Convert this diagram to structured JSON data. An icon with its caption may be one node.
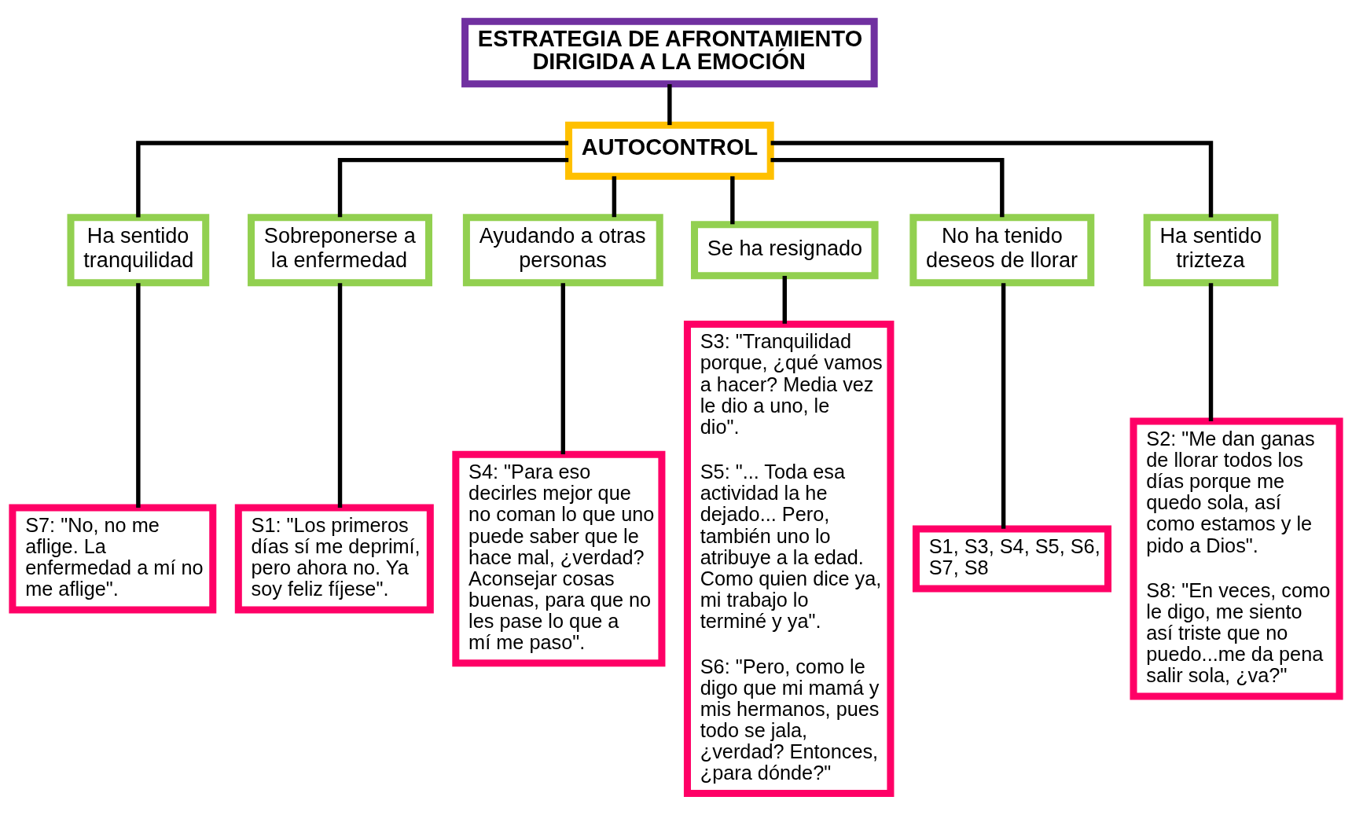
{
  "diagram": {
    "nodes": [
      {
        "text": [
          "ESTRATEGIA DE AFRONTAMIENTO DIRIGIDA A LA EMOCIÓN"
        ]
      },
      {
        "text": [
          "AUTOCONTROL"
        ]
      },
      {
        "text": [
          "Ha sentido tranquilidad"
        ]
      },
      {
        "text": [
          "Sobreponerse a la enfermedad"
        ]
      },
      {
        "text": [
          "Ayudando a otras personas"
        ]
      },
      {
        "text": [
          "Se ha resignado"
        ]
      },
      {
        "text": [
          "No ha tenido deseos de llorar"
        ]
      },
      {
        "text": [
          "Ha sentido trizteza"
        ]
      },
      {
        "text": [
          "S7: \"No, no me aflige. La enfermedad a mí no me aflige\"."
        ]
      },
      {
        "text": [
          "S1: \"Los primeros días sí me deprimí, pero ahora no. Ya soy feliz fíjese\"."
        ]
      },
      {
        "text": [
          "S4: \"Para eso decirles mejor que no coman lo que uno puede saber que le hace mal, ¿verdad? Aconsejar cosas buenas, para que no les pase lo que a mí me paso\"."
        ]
      },
      {
        "text": [
          "S3: \"Tranquilidad porque, ¿qué vamos a hacer? Media vez le dio a uno, le dio\".",
          "S5: \"... Toda esa actividad la he dejado... Pero, también uno lo atribuye a la edad. Como quien dice ya, mi trabajo lo terminé y ya\".",
          "S6: \"Pero, como le digo que mi mamá y mis hermanos, pues todo se jala, ¿verdad? Entonces, ¿para dónde?\""
        ]
      },
      {
        "text": [
          "S1, S3, S4, S5, S6,  S7, S8"
        ]
      },
      {
        "text": [
          "S2: \"Me dan ganas de llorar todos los días porque me quedo sola, así como estamos y le pido a Dios\".",
          "S8: \"En veces, como le digo, me siento así triste que no puedo...me da pena salir sola, ¿va?\""
        ]
      }
    ],
    "edges": [
      {
        "from": 0,
        "to": 1,
        "arrow": "none"
      },
      {
        "from": 1,
        "to": 2,
        "arrow": "none"
      },
      {
        "from": 1,
        "to": 3,
        "arrow": "none"
      },
      {
        "from": 1,
        "to": 4,
        "arrow": "none"
      },
      {
        "from": 1,
        "to": 5,
        "arrow": "none"
      },
      {
        "from": 1,
        "to": 6,
        "arrow": "none"
      },
      {
        "from": 1,
        "to": 7,
        "arrow": "none"
      },
      {
        "from": 2,
        "to": 8,
        "arrow": "none"
      },
      {
        "from": 3,
        "to": 9,
        "arrow": "none"
      },
      {
        "from": 4,
        "to": 10,
        "arrow": "none"
      },
      {
        "from": 5,
        "to": 11,
        "arrow": "none"
      },
      {
        "from": 6,
        "to": 12,
        "arrow": "none"
      },
      {
        "from": 7,
        "to": 13,
        "arrow": "none"
      }
    ]
  }
}
